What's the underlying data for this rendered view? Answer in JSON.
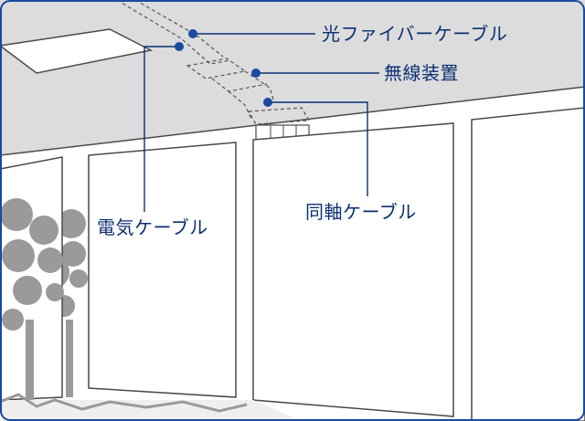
{
  "labels": {
    "fiber_cable": "光ファイバーケーブル",
    "wireless_device": "無線装置",
    "coaxial_cable": "同軸ケーブル",
    "power_cable": "電気ケーブル"
  },
  "colors": {
    "ceiling": "#dcdcdc",
    "outline": "#4a4a4a",
    "tree": "#9a9a9a",
    "callout_line": "#0b2f72",
    "callout_dot": "#1a4aa0",
    "label_text": "#0b2f72",
    "frame": "#1a4aa0"
  }
}
